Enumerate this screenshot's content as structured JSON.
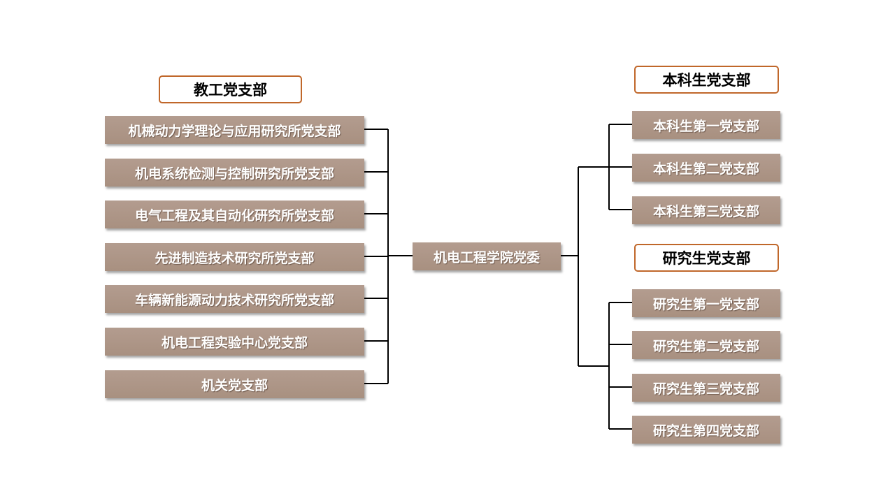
{
  "root": {
    "label": "机电工程学院党委"
  },
  "faculty": {
    "header": "教工党支部",
    "branches": [
      "机械动力学理论与应用研究所党支部",
      "机电系统检测与控制研究所党支部",
      "电气工程及其自动化研究所党支部",
      "先进制造技术研究所党支部",
      "车辆新能源动力技术研究所党支部",
      "机电工程实验中心党支部",
      "机关党支部"
    ]
  },
  "undergrad": {
    "header": "本科生党支部",
    "branches": [
      "本科生第一党支部",
      "本科生第二党支部",
      "本科生第三党支部"
    ]
  },
  "graduate": {
    "header": "研究生党支部",
    "branches": [
      "研究生第一党支部",
      "研究生第二党支部",
      "研究生第三党支部",
      "研究生第四党支部"
    ]
  },
  "colors": {
    "node_fill": "#a89080",
    "header_border": "#c0672a",
    "connector": "#000000"
  }
}
